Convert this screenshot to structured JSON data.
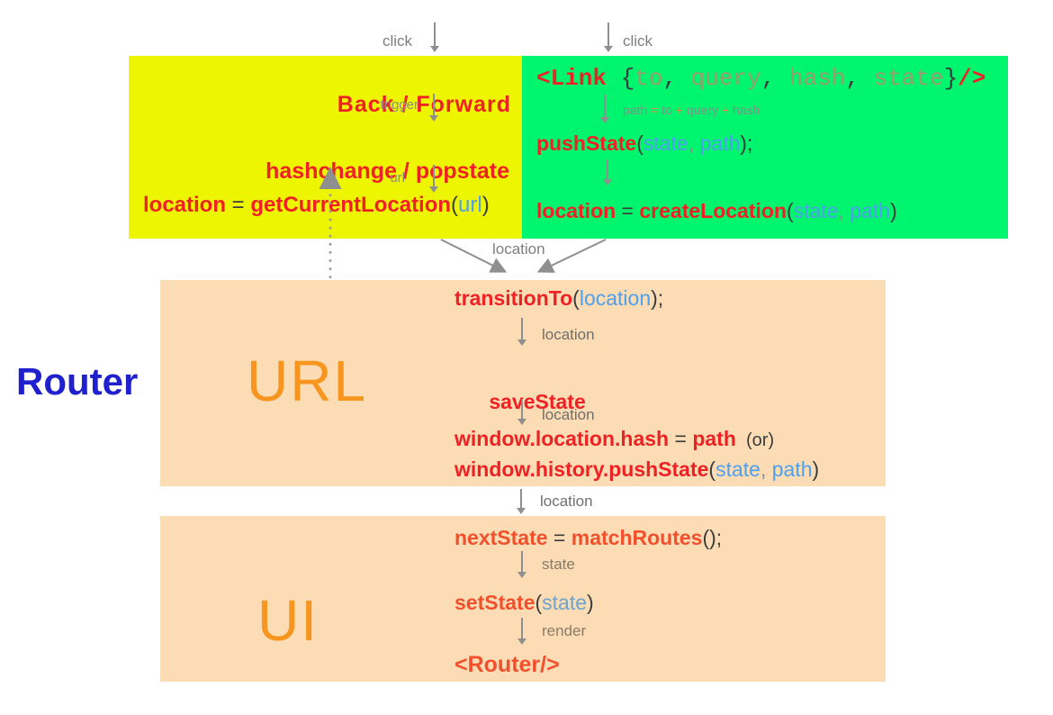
{
  "colors": {
    "yellow_box_bg": "#EDF501",
    "green_box_bg": "#00F56E",
    "peach_box_bg": "#FBDCB4",
    "code_red": "#EE2125",
    "code_tomato": "#F1502D",
    "code_blue": "#4FA0EC",
    "code_muted_blue": "#70A3CC",
    "big_label_orange": "#F7951F",
    "router_label_blue": "#2020CE",
    "arrow_gray": "#8F8F8F"
  },
  "top": {
    "click_left": "click",
    "click_right": "click"
  },
  "yellow_box": {
    "back_forward": "Back / Forward",
    "trigger_label": "trigger",
    "hashchange_popstate": "hashchange / popstate",
    "url_label": "url",
    "get_current_location_tokens": [
      {
        "t": "location",
        "c": "rb"
      },
      {
        "t": " = ",
        "c": "dk"
      },
      {
        "t": "getCurrentLocation",
        "c": "rb"
      },
      {
        "t": "(",
        "c": "dk"
      },
      {
        "t": "url",
        "c": "bl"
      },
      {
        "t": ")",
        "c": "dk"
      }
    ]
  },
  "green_box": {
    "link_tokens": [
      {
        "t": "<Link",
        "c": "rb"
      },
      {
        "t": " {",
        "c": "dk"
      },
      {
        "t": "to",
        "c": "ol"
      },
      {
        "t": ", ",
        "c": "dk"
      },
      {
        "t": "query",
        "c": "ol"
      },
      {
        "t": ", ",
        "c": "dk"
      },
      {
        "t": "hash",
        "c": "ol"
      },
      {
        "t": ", ",
        "c": "dk"
      },
      {
        "t": "state",
        "c": "ol"
      },
      {
        "t": "}",
        "c": "dk"
      },
      {
        "t": "/>",
        "c": "rb"
      }
    ],
    "path_formula_tokens": [
      {
        "t": "path ",
        "c": "gy"
      },
      {
        "t": "= ",
        "c": "og"
      },
      {
        "t": "to ",
        "c": "gy"
      },
      {
        "t": "+ ",
        "c": "og"
      },
      {
        "t": "query ",
        "c": "gy"
      },
      {
        "t": "+ ",
        "c": "og"
      },
      {
        "t": "hash",
        "c": "gy"
      }
    ],
    "push_state_tokens": [
      {
        "t": "pushState",
        "c": "rb"
      },
      {
        "t": "(",
        "c": "dk"
      },
      {
        "t": "state",
        "c": "bl"
      },
      {
        "t": ", ",
        "c": "gy"
      },
      {
        "t": "path",
        "c": "bl"
      },
      {
        "t": ");",
        "c": "dk"
      }
    ],
    "create_location_tokens": [
      {
        "t": "location",
        "c": "rb"
      },
      {
        "t": " = ",
        "c": "dk"
      },
      {
        "t": "createLocation",
        "c": "rb"
      },
      {
        "t": "(",
        "c": "dk"
      },
      {
        "t": "state",
        "c": "bl"
      },
      {
        "t": ", ",
        "c": "gy"
      },
      {
        "t": "path",
        "c": "bl"
      },
      {
        "t": ")",
        "c": "dk"
      }
    ]
  },
  "flow": {
    "converge_label": "location",
    "url_arrow1_label": "location",
    "url_arrow2_label": "location",
    "gap_label": "location",
    "ui_arrow1_label": "state",
    "ui_arrow2_label": "render"
  },
  "url_box": {
    "big_label": "URL",
    "transition_tokens": [
      {
        "t": "transitionTo",
        "c": "rb"
      },
      {
        "t": "(",
        "c": "dk"
      },
      {
        "t": "location",
        "c": "bl"
      },
      {
        "t": ");",
        "c": "dk"
      }
    ],
    "save_state": "saveState",
    "hash_tokens": [
      {
        "t": "window.location.hash",
        "c": "rb"
      },
      {
        "t": " = ",
        "c": "dk"
      },
      {
        "t": "path",
        "c": "rb"
      },
      {
        "t": "  (or)",
        "c": "or"
      }
    ],
    "history_push_tokens": [
      {
        "t": "window.history.pushState",
        "c": "rb"
      },
      {
        "t": "(",
        "c": "dk"
      },
      {
        "t": "state",
        "c": "bl"
      },
      {
        "t": ", ",
        "c": "gy"
      },
      {
        "t": "path",
        "c": "bl"
      },
      {
        "t": ")",
        "c": "dk"
      }
    ]
  },
  "ui_box": {
    "big_label": "UI",
    "next_state_tokens": [
      {
        "t": "nextState",
        "c": "tb"
      },
      {
        "t": " = ",
        "c": "dk"
      },
      {
        "t": "matchRoutes",
        "c": "tb"
      },
      {
        "t": "();",
        "c": "dk"
      }
    ],
    "set_state_tokens": [
      {
        "t": "setState",
        "c": "tb"
      },
      {
        "t": "(",
        "c": "dk"
      },
      {
        "t": "state",
        "c": "mb"
      },
      {
        "t": ")",
        "c": "dk"
      }
    ],
    "router_tokens": [
      {
        "t": "<Router/>",
        "c": "tb"
      }
    ]
  },
  "router_label": "Router"
}
